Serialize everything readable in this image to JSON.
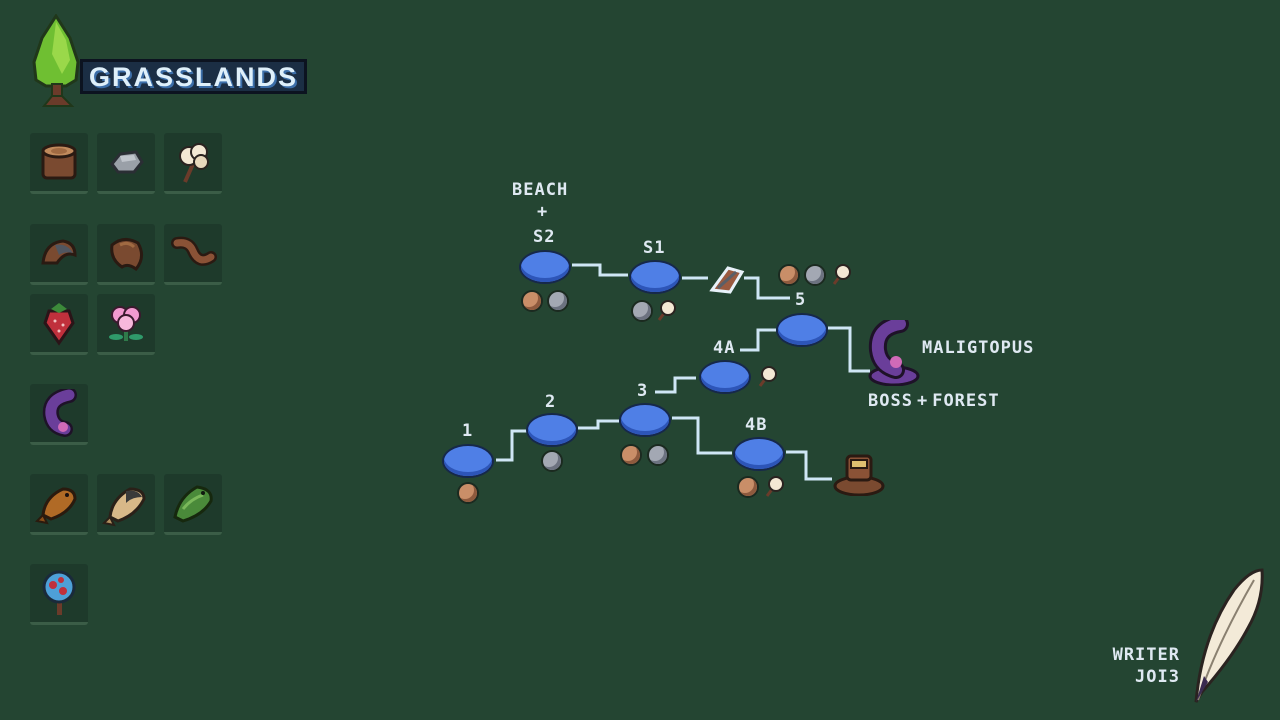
{
  "title": "GRASSLANDS",
  "inventory": [
    {
      "row": 1,
      "items": [
        "wood-log-icon",
        "stone-icon",
        "cotton-icon"
      ]
    },
    {
      "row": 2,
      "items": [
        "dark-shell-icon",
        "brown-shell-icon",
        "worm-icon"
      ]
    },
    {
      "row": 3,
      "items": [
        "strawberry-icon",
        "pink-flower-icon"
      ]
    },
    {
      "row": 4,
      "items": [
        "purple-tentacle-icon"
      ]
    },
    {
      "row": 5,
      "items": [
        "brown-fish-icon",
        "tan-fish-icon",
        "green-fish-icon"
      ]
    },
    {
      "row": 6,
      "items": [
        "berry-tree-icon"
      ]
    }
  ],
  "map": {
    "beach_label": "BEACH",
    "plus": "+",
    "nodes": {
      "s2": "S2",
      "s1": "S1",
      "n5": "5",
      "n4a": "4A",
      "n3": "3",
      "n2": "2",
      "n1": "1",
      "n4b": "4B"
    },
    "boss_name": "MALIGTOPUS",
    "boss_label": "BOSS",
    "forest_label": "FOREST"
  },
  "credit": {
    "line1": "WRITER",
    "line2": "JOI3"
  },
  "colors": {
    "background": "#244532",
    "node": "#4f7fe6",
    "path": "#cfe6f5",
    "text": "#dfe9f2"
  }
}
